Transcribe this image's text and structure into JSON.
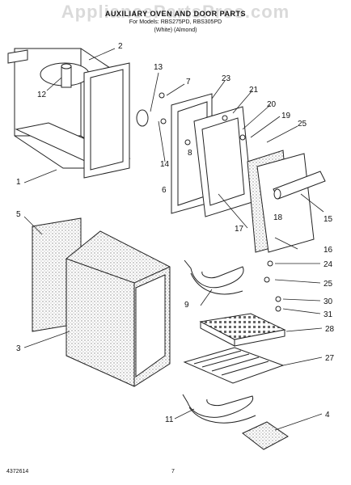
{
  "header": {
    "title": "AUXILIARY OVEN AND DOOR PARTS",
    "models_line": "For Models: RBS275PD, RBS305PD",
    "colors_line": "(White)        (Almond)"
  },
  "watermark": "AppliancePartsPros.com",
  "footer": {
    "doc_number": "4372614",
    "page_number": "7"
  },
  "callouts": [
    "1",
    "2",
    "3",
    "4",
    "5",
    "6",
    "7",
    "8",
    "9",
    "11",
    "12",
    "13",
    "14",
    "15",
    "16",
    "17",
    "18",
    "19",
    "20",
    "21",
    "23",
    "24",
    "25",
    "25",
    "27",
    "28",
    "30",
    "31"
  ],
  "colors": {
    "line": "#222222",
    "insulation": "#bdbdbd"
  }
}
